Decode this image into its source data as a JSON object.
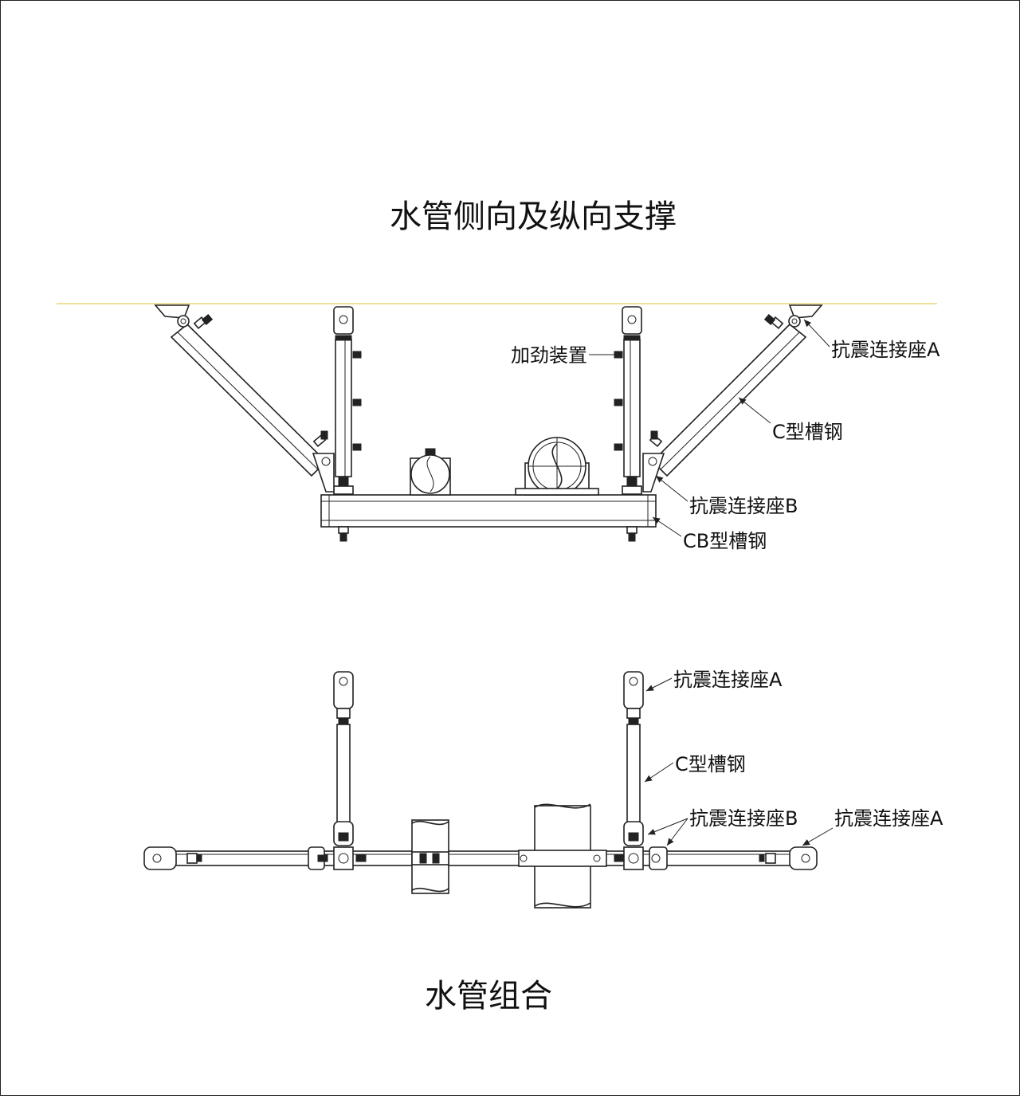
{
  "top_view": {
    "title": "水管侧向及纵向支撑",
    "labels": {
      "stiffener": "加劲装置",
      "seat_a": "抗震连接座A",
      "c_channel": "C型槽钢",
      "seat_b": "抗震连接座B",
      "cb_channel": "CB型槽钢"
    }
  },
  "bottom_view": {
    "title": "水管组合",
    "labels": {
      "seat_a_upper": "抗震连接座A",
      "c_channel": "C型槽钢",
      "seat_b": "抗震连接座B",
      "seat_a_right": "抗震连接座A"
    }
  },
  "colors": {
    "line": "#222222",
    "ceiling": "#e8d77a",
    "background": "#ffffff"
  }
}
